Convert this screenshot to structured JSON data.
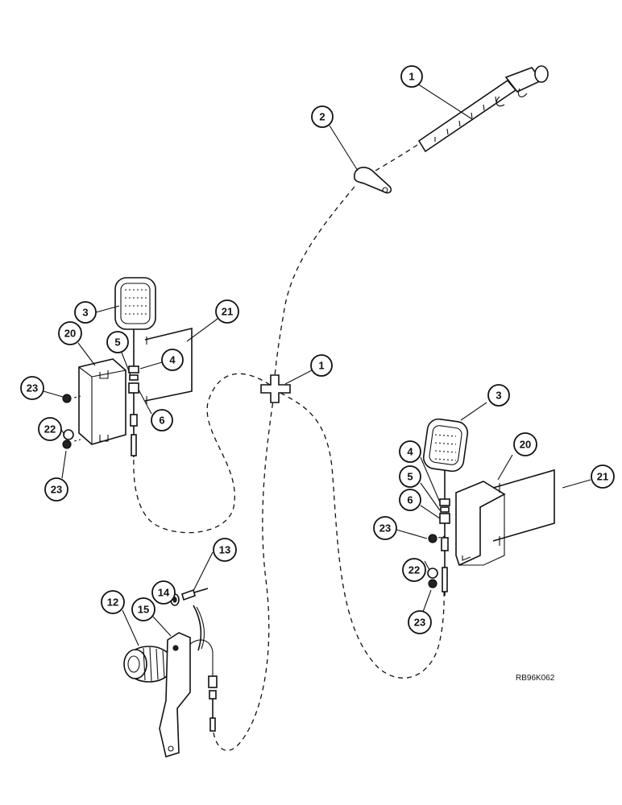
{
  "figure_code": "RB96K062",
  "callouts": [
    {
      "id": "c1-top",
      "label": "1"
    },
    {
      "id": "c2",
      "label": "2"
    },
    {
      "id": "c1-mid",
      "label": "1"
    },
    {
      "id": "c3-left",
      "label": "3"
    },
    {
      "id": "c21-left",
      "label": "21"
    },
    {
      "id": "c20-left",
      "label": "20"
    },
    {
      "id": "c5-left",
      "label": "5"
    },
    {
      "id": "c4-left",
      "label": "4"
    },
    {
      "id": "c6-left",
      "label": "6"
    },
    {
      "id": "c23-left-a",
      "label": "23"
    },
    {
      "id": "c22-left",
      "label": "22"
    },
    {
      "id": "c23-left-b",
      "label": "23"
    },
    {
      "id": "c3-right",
      "label": "3"
    },
    {
      "id": "c20-right",
      "label": "20"
    },
    {
      "id": "c21-right",
      "label": "21"
    },
    {
      "id": "c4-right",
      "label": "4"
    },
    {
      "id": "c5-right",
      "label": "5"
    },
    {
      "id": "c6-right",
      "label": "6"
    },
    {
      "id": "c23-right-a",
      "label": "23"
    },
    {
      "id": "c22-right",
      "label": "22"
    },
    {
      "id": "c23-right-b",
      "label": "23"
    },
    {
      "id": "c13",
      "label": "13"
    },
    {
      "id": "c14",
      "label": "14"
    },
    {
      "id": "c12",
      "label": "12"
    },
    {
      "id": "c15",
      "label": "15"
    }
  ]
}
